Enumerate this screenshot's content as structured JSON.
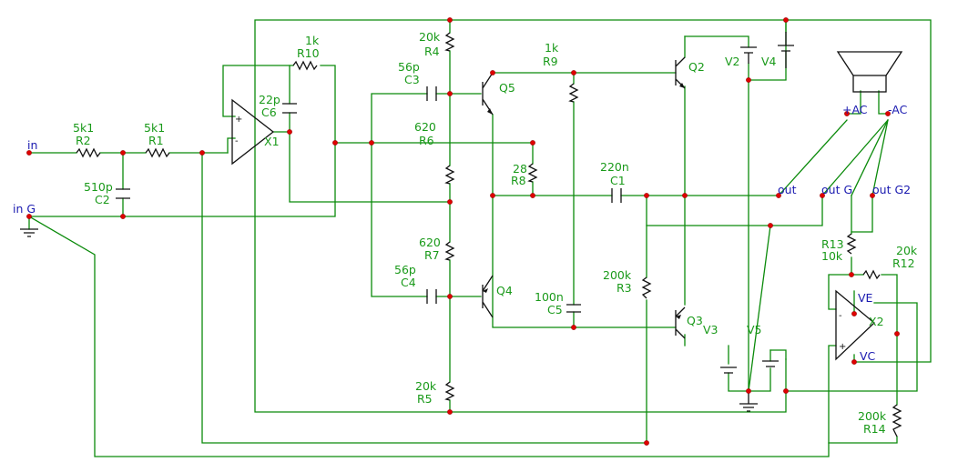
{
  "components": {
    "R1": {
      "ref": "R1",
      "value": "5k1"
    },
    "R2": {
      "ref": "R2",
      "value": "5k1"
    },
    "C2": {
      "ref": "C2",
      "value": "510p"
    },
    "R10": {
      "ref": "R10",
      "value": "1k"
    },
    "C6": {
      "ref": "C6",
      "value": "22p"
    },
    "X1": {
      "ref": "X1"
    },
    "C3": {
      "ref": "C3",
      "value": "56p"
    },
    "C4": {
      "ref": "C4",
      "value": "56p"
    },
    "R4": {
      "ref": "R4",
      "value": "20k"
    },
    "R5": {
      "ref": "R5",
      "value": "20k"
    },
    "R6": {
      "ref": "R6",
      "value": "620"
    },
    "R7": {
      "ref": "R7",
      "value": "620"
    },
    "Q5": {
      "ref": "Q5"
    },
    "Q4": {
      "ref": "Q4"
    },
    "R9": {
      "ref": "R9",
      "value": "1k"
    },
    "R8": {
      "ref": "R8",
      "value": "28"
    },
    "C1": {
      "ref": "C1",
      "value": "220n"
    },
    "C5": {
      "ref": "C5",
      "value": "100n"
    },
    "R3": {
      "ref": "R3",
      "value": "200k"
    },
    "Q2": {
      "ref": "Q2"
    },
    "Q3": {
      "ref": "Q3"
    },
    "V2": {
      "ref": "V2"
    },
    "V3": {
      "ref": "V3"
    },
    "V4": {
      "ref": "V4"
    },
    "V5": {
      "ref": "V5"
    },
    "R13": {
      "ref": "R13",
      "value": "10k"
    },
    "R12": {
      "ref": "R12",
      "value": "20k"
    },
    "R14": {
      "ref": "R14",
      "value": "200k"
    },
    "X2": {
      "ref": "X2"
    }
  },
  "nets": {
    "in": "in",
    "in_g": "in G",
    "out": "out",
    "out_g": "out G",
    "out_g2": "out G2",
    "plus_ac": "+AC",
    "minus_ac": "-AC",
    "ve": "VE",
    "vc": "VC"
  },
  "symbols": {
    "plus": "+",
    "minus": "-"
  },
  "colors": {
    "wire": "#0a8a0a",
    "junction": "#e00000",
    "label": "#1a9a1a",
    "net_label": "#1a1ab0"
  }
}
